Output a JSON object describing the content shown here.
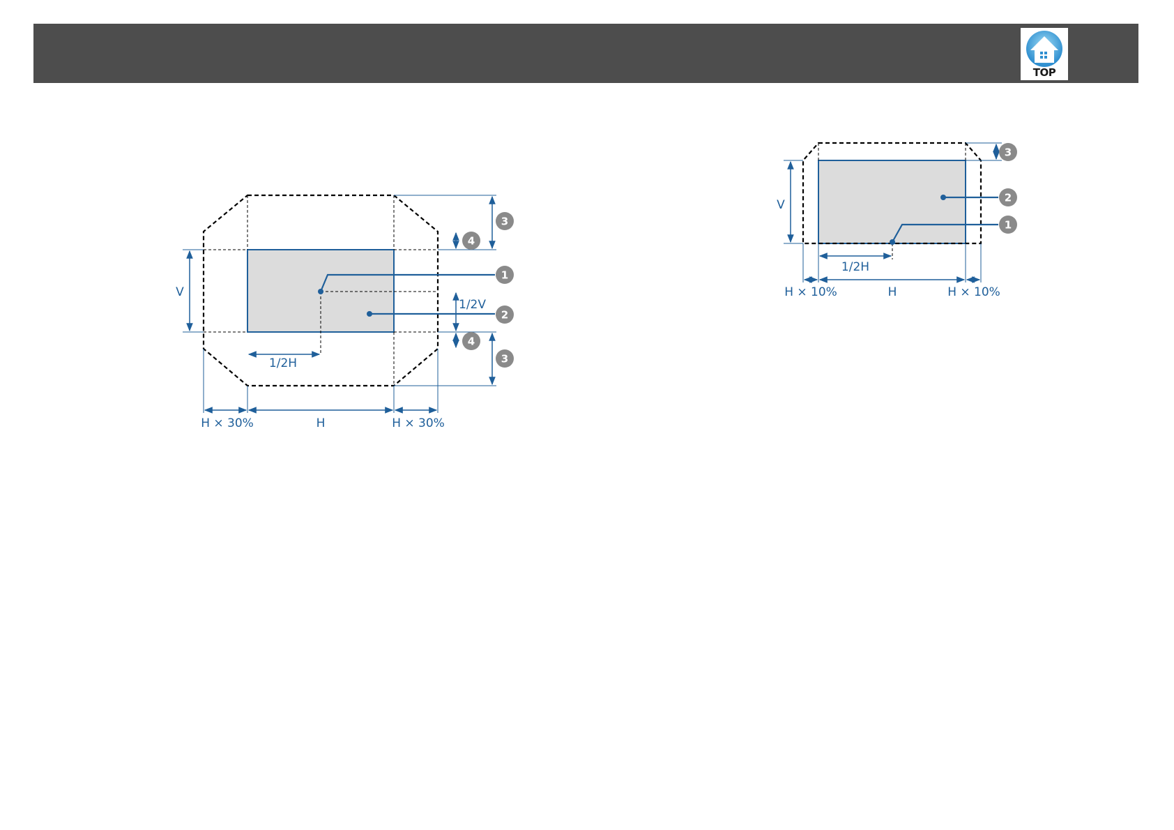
{
  "header": {
    "top_button": {
      "label": "TOP",
      "icon": "home-icon"
    }
  },
  "diagram_left": {
    "labels": {
      "v": "V",
      "half_v": "1/2V",
      "half_h": "1/2H",
      "h": "H",
      "h_left": "H × 30%",
      "h_right": "H × 30%"
    },
    "callouts": [
      "1",
      "2",
      "3",
      "4",
      "4",
      "3"
    ]
  },
  "diagram_right": {
    "labels": {
      "v": "V",
      "half_h": "1/2H",
      "h": "H",
      "h_left": "H × 10%",
      "h_right": "H × 10%"
    },
    "callouts": [
      "3",
      "2",
      "1"
    ]
  },
  "colors": {
    "header": "#4d4d4d",
    "accent": "#1f5f9a",
    "callout": "#8a8a8a",
    "screen_fill": "#dcdcdc"
  }
}
